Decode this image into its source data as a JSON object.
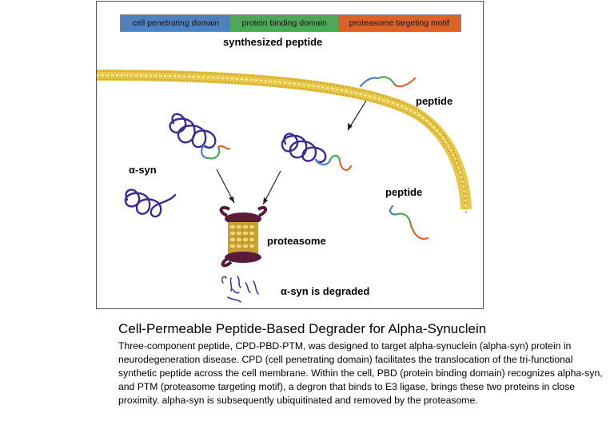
{
  "figure": {
    "domains": [
      {
        "label": "cell penetrating domain",
        "color": "#4f81bd"
      },
      {
        "label": "protein binding domain",
        "color": "#4ea857"
      },
      {
        "label": "proteasome targeting motif",
        "color": "#d9632b"
      }
    ],
    "synthesized_label": "synthesized peptide",
    "peptide_label_1": "peptide",
    "peptide_label_2": "peptide",
    "asyn_label": "α-syn",
    "proteasome_label": "proteasome",
    "degraded_label": "α-syn is degraded",
    "colors": {
      "asyn": "#3d2a8f",
      "membrane": "#e8c84a",
      "proteasome_dark": "#5a1a3a",
      "proteasome_ring": "#e9c84b"
    }
  },
  "caption": {
    "title": "Cell-Permeable Peptide-Based Degrader for Alpha-Synuclein",
    "body": "Three-component peptide, CPD-PBD-PTM,  was designed to target alpha-synuclein (alpha-syn) protein in neurodegeneration disease. CPD (cell penetrating domain) facilitates the translocation of the tri-functional synthetic peptide across the cell membrane. Within the cell, PBD (protein binding domain) recognizes alpha-syn, and PTM (proteasome targeting motif), a degron that binds to E3 ligase, brings these two proteins in close proximity.  alpha-syn is subsequently ubiquitinated and removed by the proteasome."
  }
}
